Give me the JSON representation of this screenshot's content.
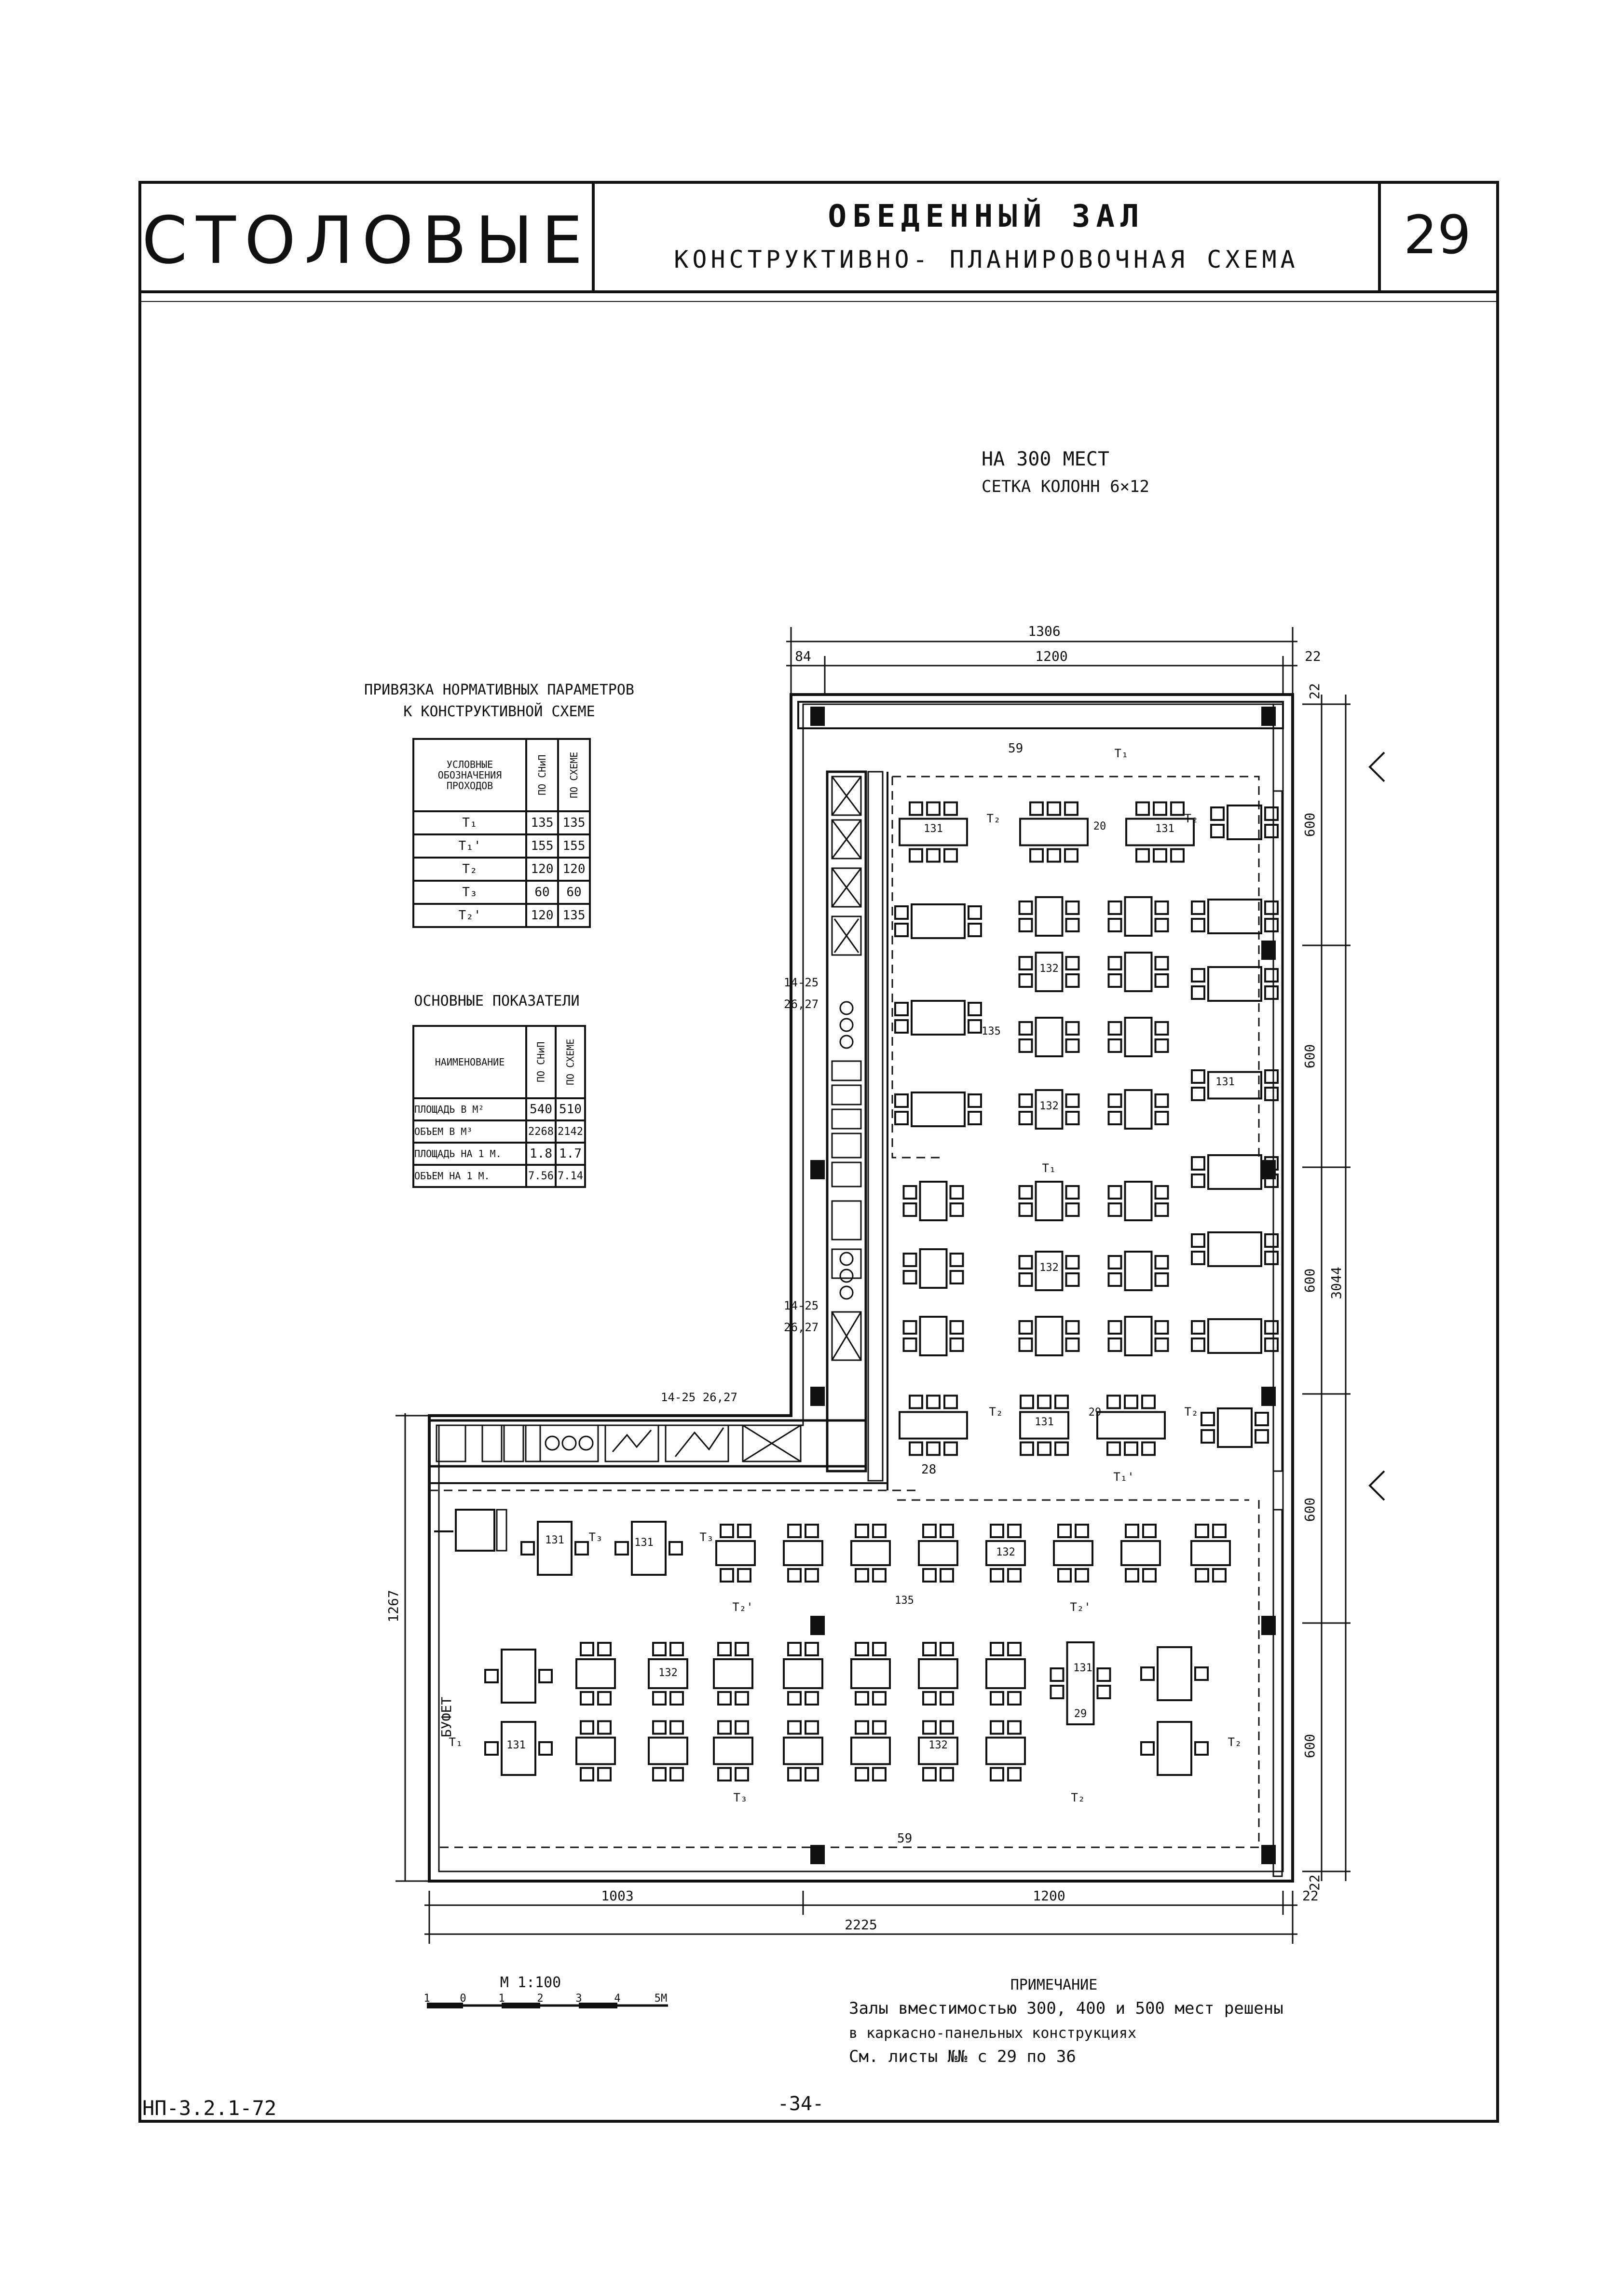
{
  "header": {
    "section": "СТОЛОВЫЕ",
    "title": "ОБЕДЕННЫЙ ЗАЛ",
    "subtitle": "КОНСТРУКТИВНО- ПЛАНИРОВОЧНАЯ СХЕМА",
    "sheet_number": "29"
  },
  "capacity": {
    "line1": "НА 300 МЕСТ",
    "line2": "СЕТКА КОЛОНН 6×12"
  },
  "norm_table": {
    "title_line1": "ПРИВЯЗКА НОРМАТИВНЫХ ПАРАМЕТРОВ",
    "title_line2": "К КОНСТРУКТИВНОЙ СХЕМЕ",
    "headers": [
      "УСЛОВНЫЕ ОБОЗНАЧЕНИЯ ПРОХОДОВ",
      "ПО СНиП",
      "ПО СХЕМЕ"
    ],
    "rows": [
      [
        "Т₁",
        "135",
        "135"
      ],
      [
        "Т₁'",
        "155",
        "155"
      ],
      [
        "Т₂",
        "120",
        "120"
      ],
      [
        "Т₃",
        "60",
        "60"
      ],
      [
        "Т₂'",
        "120",
        "135"
      ]
    ]
  },
  "indicators_table": {
    "title": "ОСНОВНЫЕ ПОКАЗАТЕЛИ",
    "headers": [
      "НАИМЕНОВАНИЕ",
      "ПО СНиП",
      "ПО СХЕМЕ"
    ],
    "rows": [
      [
        "ПЛОЩАДЬ В М²",
        "540",
        "510"
      ],
      [
        "ОБЪЕМ В М³",
        "2268",
        "2142"
      ],
      [
        "ПЛОЩАДЬ НА 1 М.",
        "1.8",
        "1.7"
      ],
      [
        "ОБЪЕМ НА 1 М.",
        "7.56",
        "7.14"
      ]
    ]
  },
  "plan": {
    "dims": {
      "top_total": "1306",
      "top_main": "1200",
      "top_left": "84",
      "top_right": "22",
      "right_total": "3044",
      "right_bays": [
        "600",
        "600",
        "600",
        "600",
        "600"
      ],
      "right_small": [
        "22",
        "22"
      ],
      "left_height": "1267",
      "bottom_left": "1003",
      "bottom_main": "1200",
      "bottom_total": "2225",
      "bottom_right": "22",
      "wall_59_top": "59",
      "wall_59_bottom": "59",
      "mark_28": "28"
    },
    "labels": {
      "buffet": "БУФЕТ",
      "equipment_1a": "14-25",
      "equipment_1b": "26,27",
      "equipment_2a": "14-25",
      "equipment_2b": "26,27",
      "equipment_3": "14-25 26,27"
    },
    "table_codes": [
      "131",
      "132",
      "135",
      "20",
      "29"
    ],
    "passage_marks": [
      "Т₁",
      "Т₁'",
      "Т₂",
      "Т₂'",
      "Т₃"
    ]
  },
  "scale": {
    "label": "М 1:100",
    "ticks": [
      "1",
      "0",
      "1",
      "2",
      "3",
      "4",
      "5М"
    ]
  },
  "note": {
    "title": "ПРИМЕЧАНИЕ",
    "line1": "Залы вместимостью 300, 400 и 500 мест решены",
    "line2": "в каркасно-панельных конструкциях",
    "line3": "См. листы №№ с 29 по 36"
  },
  "footer": {
    "doc_code": "НП-3.2.1-72",
    "page": "-34-"
  },
  "colors": {
    "ink": "#111111",
    "paper": "#ffffff"
  }
}
